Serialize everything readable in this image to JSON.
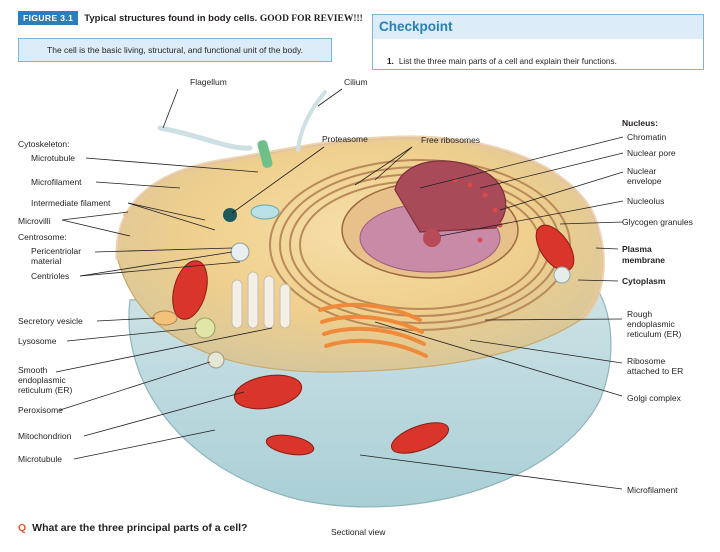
{
  "figure": {
    "tag": "FIGURE 3.1",
    "title": "Typical structures found in body cells.",
    "review_note": "GOOD FOR REVIEW!!!",
    "caption": "The cell is the basic living, structural, and functional unit of the body."
  },
  "checkpoint": {
    "heading": "Checkpoint",
    "question_number": "1.",
    "question_text": "List the three main parts of a cell and explain their functions."
  },
  "labels": {
    "flagellum": "Flagellum",
    "cilium": "Cilium",
    "proteasome": "Proteasome",
    "free_ribosomes": "Free ribosomes",
    "cytoskeleton": "Cytoskeleton:",
    "microtubule_top": "Microtubule",
    "microfilament_left": "Microfilament",
    "intermediate_filament": "Intermediate filament",
    "microvilli": "Microvilli",
    "centrosome": "Centrosome:",
    "pericentriolar_1": "Pericentriolar",
    "pericentriolar_2": "material",
    "centrioles": "Centrioles",
    "secretory_vesicle": "Secretory vesicle",
    "lysosome": "Lysosome",
    "smooth_er_1": "Smooth",
    "smooth_er_2": "endoplasmic",
    "smooth_er_3": "reticulum (ER)",
    "peroxisome": "Peroxisome",
    "mitochondrion": "Mitochondrion",
    "microtubule_bottom": "Microtubule",
    "nucleus": "Nucleus:",
    "chromatin": "Chromatin",
    "nuclear_pore": "Nuclear pore",
    "nuclear_envelope_1": "Nuclear",
    "nuclear_envelope_2": "envelope",
    "nucleolus": "Nucleolus",
    "glycogen_granules": "Glycogen granules",
    "plasma_membrane_1": "Plasma",
    "plasma_membrane_2": "membrane",
    "cytoplasm": "Cytoplasm",
    "rough_er_1": "Rough",
    "rough_er_2": "endoplasmic",
    "rough_er_3": "reticulum (ER)",
    "ribosome_er_1": "Ribosome",
    "ribosome_er_2": "attached to ER",
    "golgi_complex": "Golgi complex",
    "microfilament_right": "Microfilament"
  },
  "question": {
    "marker": "Q",
    "text": "What are the three principal parts of a cell?"
  },
  "view_label": "Sectional view",
  "colors": {
    "accent_blue": "#2a7fb8",
    "box_fill": "#dcecf8",
    "question_marker": "#e0582d"
  }
}
